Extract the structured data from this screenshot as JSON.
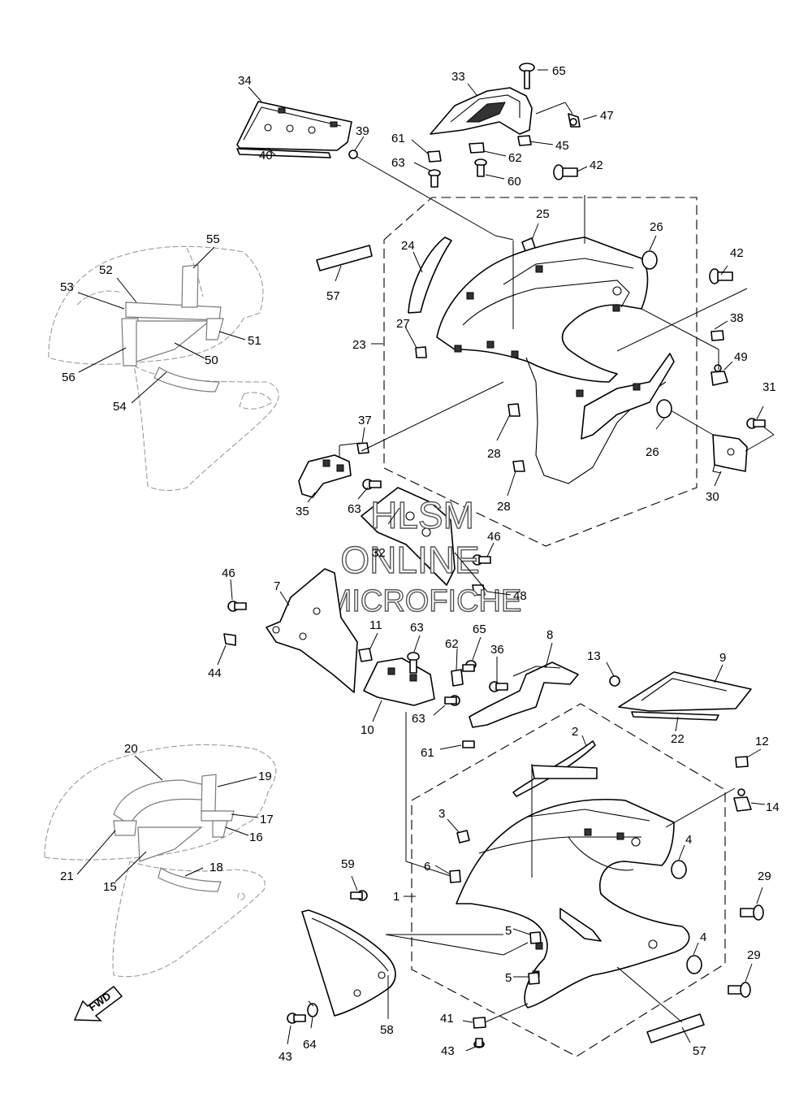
{
  "watermark": [
    "HLSM",
    "ONLINE",
    "MICROFICHE"
  ],
  "fwd_label": "FWD",
  "parts": [
    {
      "id": "p1",
      "num": "1"
    },
    {
      "id": "p2",
      "num": "2"
    },
    {
      "id": "p3",
      "num": "3"
    },
    {
      "id": "p4a",
      "num": "4"
    },
    {
      "id": "p4b",
      "num": "4"
    },
    {
      "id": "p5a",
      "num": "5"
    },
    {
      "id": "p5b",
      "num": "5"
    },
    {
      "id": "p6",
      "num": "6"
    },
    {
      "id": "p7",
      "num": "7"
    },
    {
      "id": "p8",
      "num": "8"
    },
    {
      "id": "p9",
      "num": "9"
    },
    {
      "id": "p10",
      "num": "10"
    },
    {
      "id": "p11",
      "num": "11"
    },
    {
      "id": "p12",
      "num": "12"
    },
    {
      "id": "p13",
      "num": "13"
    },
    {
      "id": "p14",
      "num": "14"
    },
    {
      "id": "p15",
      "num": "15"
    },
    {
      "id": "p16",
      "num": "16"
    },
    {
      "id": "p17",
      "num": "17"
    },
    {
      "id": "p18",
      "num": "18"
    },
    {
      "id": "p19",
      "num": "19"
    },
    {
      "id": "p20",
      "num": "20"
    },
    {
      "id": "p21",
      "num": "21"
    },
    {
      "id": "p22",
      "num": "22"
    },
    {
      "id": "p23",
      "num": "23"
    },
    {
      "id": "p24",
      "num": "24"
    },
    {
      "id": "p25",
      "num": "25"
    },
    {
      "id": "p26a",
      "num": "26"
    },
    {
      "id": "p26b",
      "num": "26"
    },
    {
      "id": "p27",
      "num": "27"
    },
    {
      "id": "p28a",
      "num": "28"
    },
    {
      "id": "p28b",
      "num": "28"
    },
    {
      "id": "p29a",
      "num": "29"
    },
    {
      "id": "p29b",
      "num": "29"
    },
    {
      "id": "p30",
      "num": "30"
    },
    {
      "id": "p31",
      "num": "31"
    },
    {
      "id": "p32",
      "num": "32"
    },
    {
      "id": "p33",
      "num": "33"
    },
    {
      "id": "p34",
      "num": "34"
    },
    {
      "id": "p35",
      "num": "35"
    },
    {
      "id": "p36",
      "num": "36"
    },
    {
      "id": "p37",
      "num": "37"
    },
    {
      "id": "p38",
      "num": "38"
    },
    {
      "id": "p39",
      "num": "39"
    },
    {
      "id": "p40",
      "num": "40"
    },
    {
      "id": "p41",
      "num": "41"
    },
    {
      "id": "p42a",
      "num": "42"
    },
    {
      "id": "p42b",
      "num": "42"
    },
    {
      "id": "p43a",
      "num": "43"
    },
    {
      "id": "p43b",
      "num": "43"
    },
    {
      "id": "p44",
      "num": "44"
    },
    {
      "id": "p45",
      "num": "45"
    },
    {
      "id": "p46a",
      "num": "46"
    },
    {
      "id": "p46b",
      "num": "46"
    },
    {
      "id": "p47",
      "num": "47"
    },
    {
      "id": "p48",
      "num": "48"
    },
    {
      "id": "p49",
      "num": "49"
    },
    {
      "id": "p50",
      "num": "50"
    },
    {
      "id": "p51",
      "num": "51"
    },
    {
      "id": "p52",
      "num": "52"
    },
    {
      "id": "p53",
      "num": "53"
    },
    {
      "id": "p54",
      "num": "54"
    },
    {
      "id": "p55",
      "num": "55"
    },
    {
      "id": "p56",
      "num": "56"
    },
    {
      "id": "p57a",
      "num": "57"
    },
    {
      "id": "p57b",
      "num": "57"
    },
    {
      "id": "p58",
      "num": "58"
    },
    {
      "id": "p59",
      "num": "59"
    },
    {
      "id": "p60",
      "num": "60"
    },
    {
      "id": "p61a",
      "num": "61"
    },
    {
      "id": "p61b",
      "num": "61"
    },
    {
      "id": "p62a",
      "num": "62"
    },
    {
      "id": "p62b",
      "num": "62"
    },
    {
      "id": "p63a",
      "num": "63"
    },
    {
      "id": "p63b",
      "num": "63"
    },
    {
      "id": "p63c",
      "num": "63"
    },
    {
      "id": "p63d",
      "num": "63"
    },
    {
      "id": "p64",
      "num": "64"
    },
    {
      "id": "p65a",
      "num": "65"
    },
    {
      "id": "p65b",
      "num": "65"
    }
  ]
}
